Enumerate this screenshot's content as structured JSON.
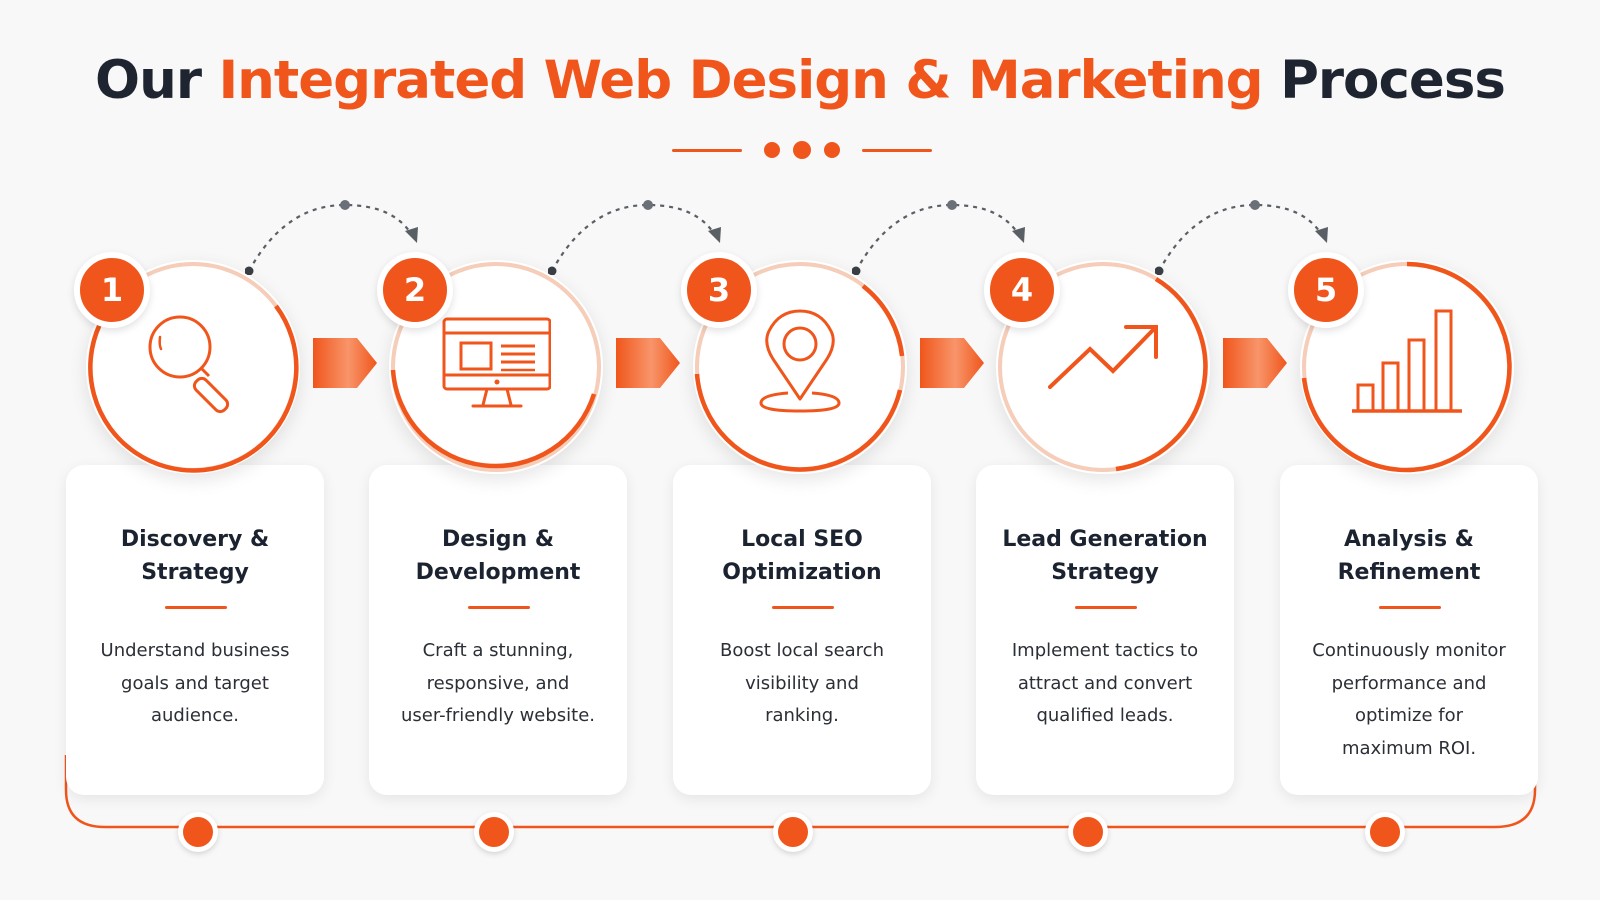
{
  "header": {
    "title_prefix": "Our",
    "title_accent": "Integrated Web Design & Marketing",
    "title_suffix": "Process"
  },
  "colors": {
    "accent": "#f0561c",
    "dark_text": "#1e2530",
    "body_text": "#2b2f36",
    "background": "#f8f8f8",
    "connector_gray": "#5a5f66"
  },
  "steps": [
    {
      "number": "1",
      "icon": "magnifying-glass-icon",
      "title": "Discovery & Strategy",
      "title_lines": [
        "Discovery &",
        "Strategy"
      ],
      "description": "Understand business goals and target audience.",
      "description_lines": [
        "Understand business",
        "goals and target",
        "audience."
      ]
    },
    {
      "number": "2",
      "icon": "desktop-monitor-icon",
      "title": "Design & Development",
      "title_lines": [
        "Design &",
        "Development"
      ],
      "description": "Craft a stunning, responsive, and user-friendly website.",
      "description_lines": [
        "Craft a stunning,",
        "responsive, and",
        "user-friendly website."
      ]
    },
    {
      "number": "3",
      "icon": "map-pin-icon",
      "title": "Local SEO Optimization",
      "title_lines": [
        "Local SEO",
        "Optimization"
      ],
      "description": "Boost local search visibility and ranking.",
      "description_lines": [
        "Boost local search",
        "visibility and",
        "ranking."
      ]
    },
    {
      "number": "4",
      "icon": "trending-up-arrow-icon",
      "title": "Lead Generation Strategy",
      "title_lines": [
        "Lead Generation",
        "Strategy"
      ],
      "description": "Implement tactics to attract and convert qualified leads.",
      "description_lines": [
        "Implement tactics to",
        "attract and convert",
        "qualified leads."
      ]
    },
    {
      "number": "5",
      "icon": "bar-chart-icon",
      "title": "Analysis & Refinement",
      "title_lines": [
        "Analysis &",
        "Refinement"
      ],
      "description": "Continuously monitor performance and optimize for maximum ROI.",
      "description_lines": [
        "Continuously monitor",
        "performance and",
        "optimize for",
        "maximum ROI."
      ]
    }
  ]
}
